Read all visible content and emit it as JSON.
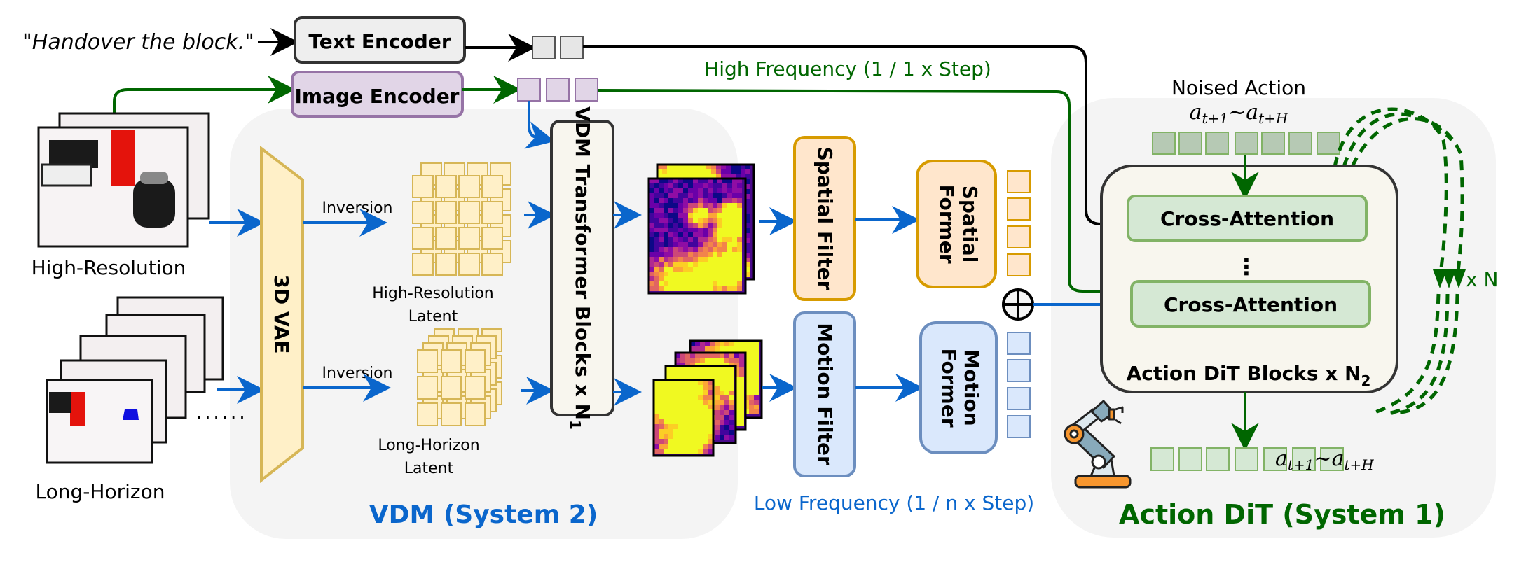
{
  "prompt": {
    "text": "\"Handover the block.\""
  },
  "encoders": {
    "text_encoder": "Text Encoder",
    "image_encoder": "Image Encoder"
  },
  "inputs": {
    "high_resolution_label": "High-Resolution",
    "long_horizon_label": "Long-Horizon",
    "ellipsis": "......"
  },
  "vdm": {
    "vae_label": "3D VAE",
    "inversion_top": "Inversion",
    "inversion_bottom": "Inversion",
    "hr_latent_line1": "High-Resolution",
    "hr_latent_line2": "Latent",
    "lh_latent_line1": "Long-Horizon",
    "lh_latent_line2": "Latent",
    "transformer_label": "VDM Transformer Blocks x N",
    "transformer_sub": "1",
    "section_title": "VDM (System 2)"
  },
  "filters": {
    "spatial_filter": "Spatial Filter",
    "motion_filter": "Motion Filter",
    "spatial_former_line1": "Spatial",
    "spatial_former_line2": "Former",
    "motion_former_line1": "Motion",
    "motion_former_line2": "Former",
    "combine_symbol": "⊕"
  },
  "frequencies": {
    "high": "High Frequency (1 / 1 x Step)",
    "low": "Low Frequency (1 / n x Step)"
  },
  "dit": {
    "noised_action_label": "Noised Action",
    "noised_range_a": "a",
    "noised_range_sub1": "t+1",
    "noised_range_tilde": "~",
    "noised_range_sub2": "t+H",
    "cross_attention_1": "Cross-Attention",
    "cross_attention_2": "Cross-Attention",
    "vertical_ellipsis": "⋮",
    "blocks_label": "Action DiT Blocks x N",
    "blocks_sub": "2",
    "repeat_label": "x N",
    "output_range_a": "a",
    "output_sub1": "t+1",
    "output_tilde": "~",
    "output_sub2": "t+H",
    "section_title": "Action DiT (System 1)"
  },
  "colors": {
    "blue_arrow": "#0a66cc",
    "green_arrow": "#006600",
    "black_arrow": "#000000",
    "vdm_title": "#0a66cc",
    "dit_title": "#006600",
    "panel_bg": "#f4f4f4",
    "vae_fill": "#fff0c8",
    "vae_stroke": "#d6b656",
    "spatial_fill": "#ffe6cc",
    "spatial_stroke": "#d79b00",
    "motion_fill": "#dae8fc",
    "motion_stroke": "#6c8ebf",
    "ca_fill": "#d5e8d4",
    "ca_stroke": "#82b366",
    "text_enc_fill": "#eeeeee",
    "image_enc_fill": "#e1d5e7",
    "image_enc_stroke": "#9673a6"
  }
}
